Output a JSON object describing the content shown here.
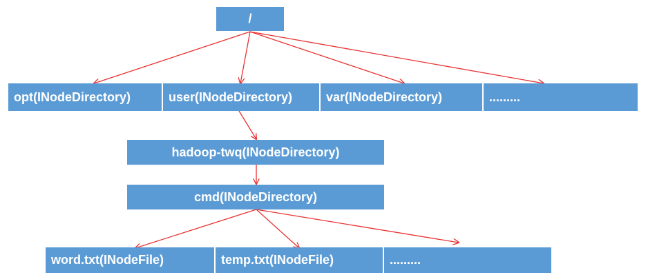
{
  "root": {
    "label": "/"
  },
  "level1": [
    {
      "label": "opt(INodeDirectory)"
    },
    {
      "label": "user(INodeDirectory)"
    },
    {
      "label": "var(INodeDirectory)"
    },
    {
      "label": "........."
    }
  ],
  "level2": {
    "label": "hadoop-twq(INodeDirectory)"
  },
  "level3": {
    "label": "cmd(INodeDirectory)"
  },
  "level4": [
    {
      "label": "word.txt(INodeFile)"
    },
    {
      "label": "temp.txt(INodeFile)"
    },
    {
      "label": "........."
    }
  ],
  "colors": {
    "node_fill": "#5b9bd5",
    "node_text": "#ffffff",
    "arrow": "#ea3030"
  }
}
